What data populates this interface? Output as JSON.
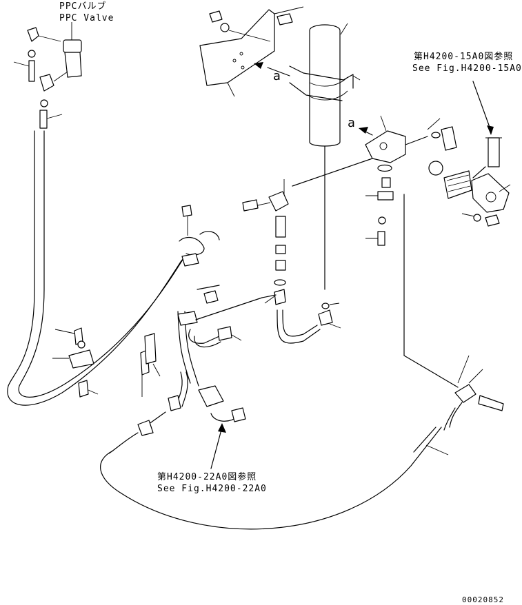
{
  "labels": {
    "ppc_valve_jp": "PPCバルブ",
    "ppc_valve_en": "PPC Valve",
    "ref_15a0_jp": "第H4200-15A0図参照",
    "ref_15a0_en": "See Fig.H4200-15A0",
    "ref_22a0_jp": "第H4200-22A0図参照",
    "ref_22a0_en": "See Fig.H4200-22A0",
    "view_a_top": "a",
    "view_a_mid": "a",
    "drawing_number": "00020852"
  }
}
